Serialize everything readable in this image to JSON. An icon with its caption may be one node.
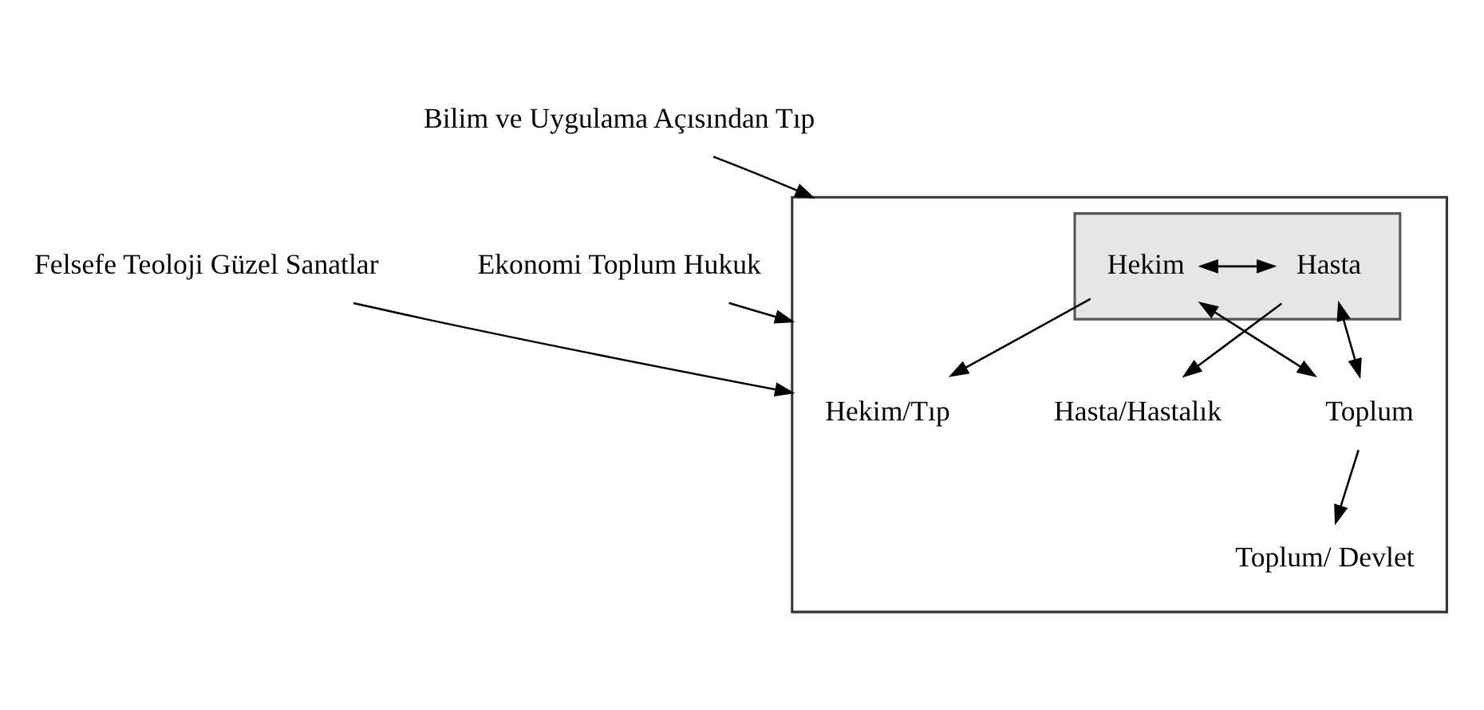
{
  "diagram": {
    "nodes": [
      {
        "text": [
          "Bilim ve Uygulama Açısından Tıp"
        ]
      },
      {
        "text": [],
        "shape": "triangle"
      },
      {
        "text": [
          "Hasta/Hastalık"
        ],
        "in": 1
      },
      {
        "text": [
          "Hekim/Tıp"
        ],
        "in": 1
      },
      {
        "text": [],
        "shape": "box",
        "in": 1
      },
      {
        "text": [
          "Hasta"
        ],
        "in": 4
      },
      {
        "text": [
          "Hekim"
        ],
        "in": 4
      },
      {
        "text": [
          "Toplum"
        ],
        "in": 1
      },
      {
        "text": [
          "Toplum/ Devlet"
        ],
        "in": 1
      },
      {
        "text": [
          "Ekonomi Toplum Hukuk"
        ]
      },
      {
        "text": [
          "Felsefe Teoloji Güzel Sanatlar"
        ]
      }
    ],
    "edges": [
      {
        "from": 0,
        "to": 1,
        "arrow": "to"
      },
      {
        "from": 5,
        "to": 2,
        "arrow": "to"
      },
      {
        "from": 6,
        "to": 3,
        "arrow": "to"
      },
      {
        "from": 5,
        "to": 6,
        "arrow": "both"
      },
      {
        "from": 5,
        "to": 7,
        "arrow": "both"
      },
      {
        "from": 6,
        "to": 7,
        "arrow": "both"
      },
      {
        "from": 7,
        "to": 8,
        "arrow": "to"
      },
      {
        "from": 9,
        "to": 1,
        "arrow": "to"
      },
      {
        "from": 10,
        "to": 1,
        "arrow": "to"
      }
    ]
  }
}
